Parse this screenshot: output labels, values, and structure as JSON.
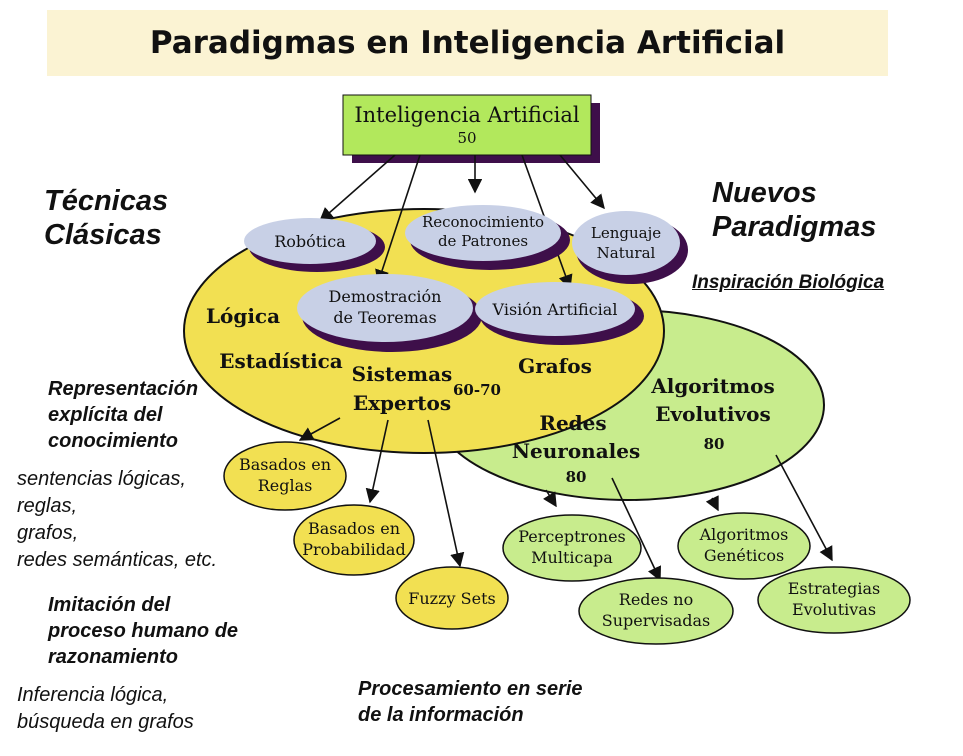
{
  "title": "Paradigmas en Inteligencia Artificial",
  "root": {
    "label": "Inteligencia Artificial",
    "year": "50"
  },
  "left_heading": [
    "Técnicas",
    "Clásicas"
  ],
  "right_heading": [
    "Nuevos",
    "Paradigmas"
  ],
  "right_subheading": "Inspiración Biológica",
  "classic_region": {
    "labels": [
      "Lógica",
      "Estadística",
      "Sistemas",
      "Expertos",
      "Grafos"
    ],
    "year": "60-70"
  },
  "subfields": [
    "Robótica",
    "Reconocimiento de Patrones",
    "Lenguaje Natural",
    "Demostración de Teoremas",
    "Visión Artificial"
  ],
  "new_region": {
    "algoritmos": [
      "Algoritmos",
      "Evolutivos"
    ],
    "algoritmos_year": "80",
    "redes": [
      "Redes",
      "Neuronales"
    ],
    "redes_year": "80"
  },
  "classic_children": [
    "Basados en Reglas",
    "Basados en Probabilidad",
    "Fuzzy Sets"
  ],
  "new_children": [
    "Perceptrones Multicapa",
    "Algoritmos Genéticos",
    "Redes no Supervisadas",
    "Estrategias Evolutivas"
  ],
  "notes": {
    "representacion": [
      "Representación",
      "explícita del",
      "conocimiento"
    ],
    "ejemplos": [
      "sentencias lógicas,",
      "reglas,",
      "grafos,",
      "redes semánticas, etc."
    ],
    "imitacion": [
      "Imitación del",
      "proceso humano de",
      "razonamiento"
    ],
    "inferencia": [
      "Inferencia lógica,",
      "búsqueda en grafos"
    ],
    "procesamiento": [
      "Procesamiento en serie",
      "de la información"
    ]
  },
  "colors": {
    "banner": "#fbf3d3",
    "root_box": "#b2e85c",
    "classic": "#f2e052",
    "new": "#c8ec8d",
    "node": "#c8d0e6",
    "shadow": "#3e0f4a"
  }
}
